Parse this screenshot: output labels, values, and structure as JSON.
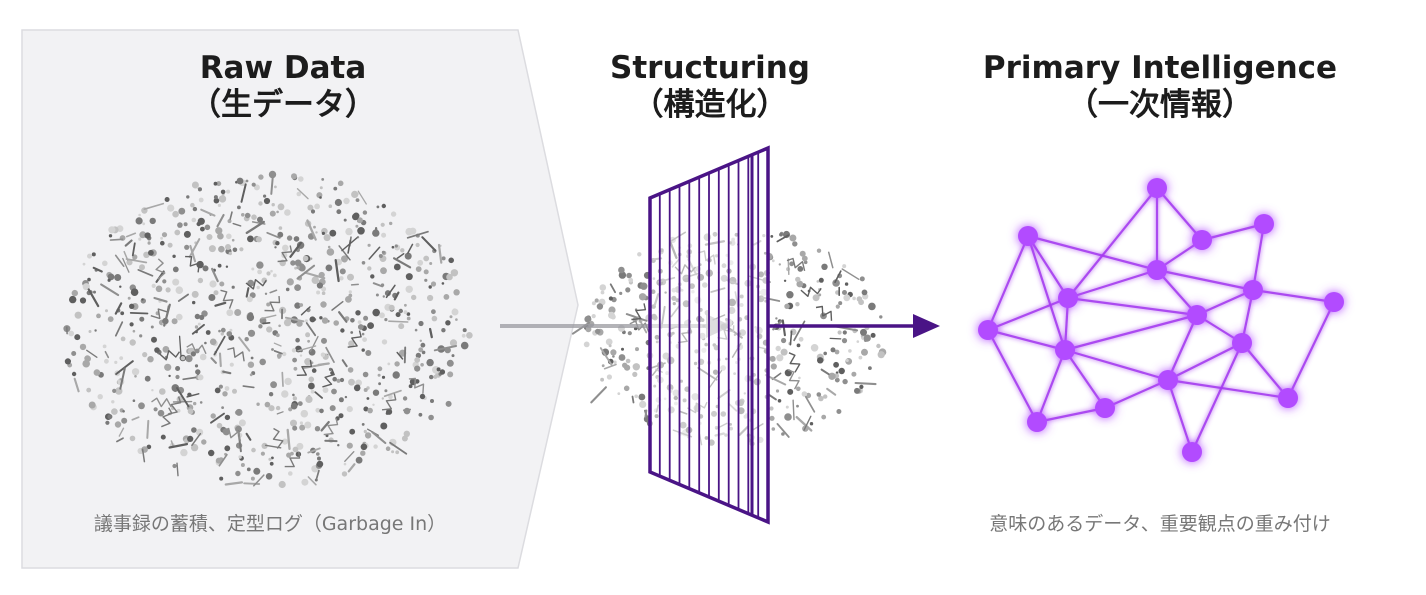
{
  "stages": [
    {
      "title": "Raw Data",
      "subtitle": "（生データ）",
      "caption": "議事録の蓄積、定型ログ（Garbage In）"
    },
    {
      "title": "Structuring",
      "subtitle": "（構造化）"
    },
    {
      "title": "Primary Intelligence",
      "subtitle": "（一次情報）",
      "caption": "意味のあるデータ、重要観点の重み付け"
    }
  ],
  "colors": {
    "panel": "#f2f2f4",
    "panel_border": "#dcdce0",
    "filter": "#4a1486",
    "network": "#a53cf0",
    "node": "#b24cff",
    "noise": "#8a8a8a",
    "arrow_gray": "#9a9aa0"
  },
  "icons": {
    "filter": "filter-grid-icon",
    "network": "network-graph-icon"
  }
}
